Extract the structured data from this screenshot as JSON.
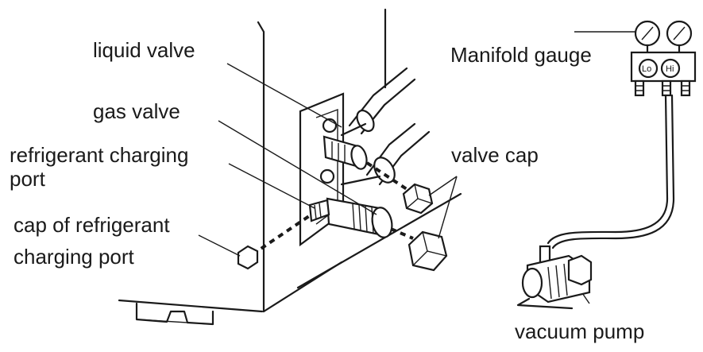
{
  "labels": {
    "liquid_valve": "liquid valve",
    "gas_valve": "gas valve",
    "refrigerant_charging_port_line1": "refrigerant charging",
    "refrigerant_charging_port_line2": "port",
    "cap_line1": "cap of refrigerant",
    "cap_line2": "charging port",
    "valve_cap": "valve cap",
    "manifold_gauge": "Manifold gauge",
    "gauge_lo": "Lo",
    "gauge_hi": "Hi",
    "vacuum_pump": "vacuum pump"
  },
  "colors": {
    "ink": "#1a1a1a",
    "background": "#ffffff"
  }
}
